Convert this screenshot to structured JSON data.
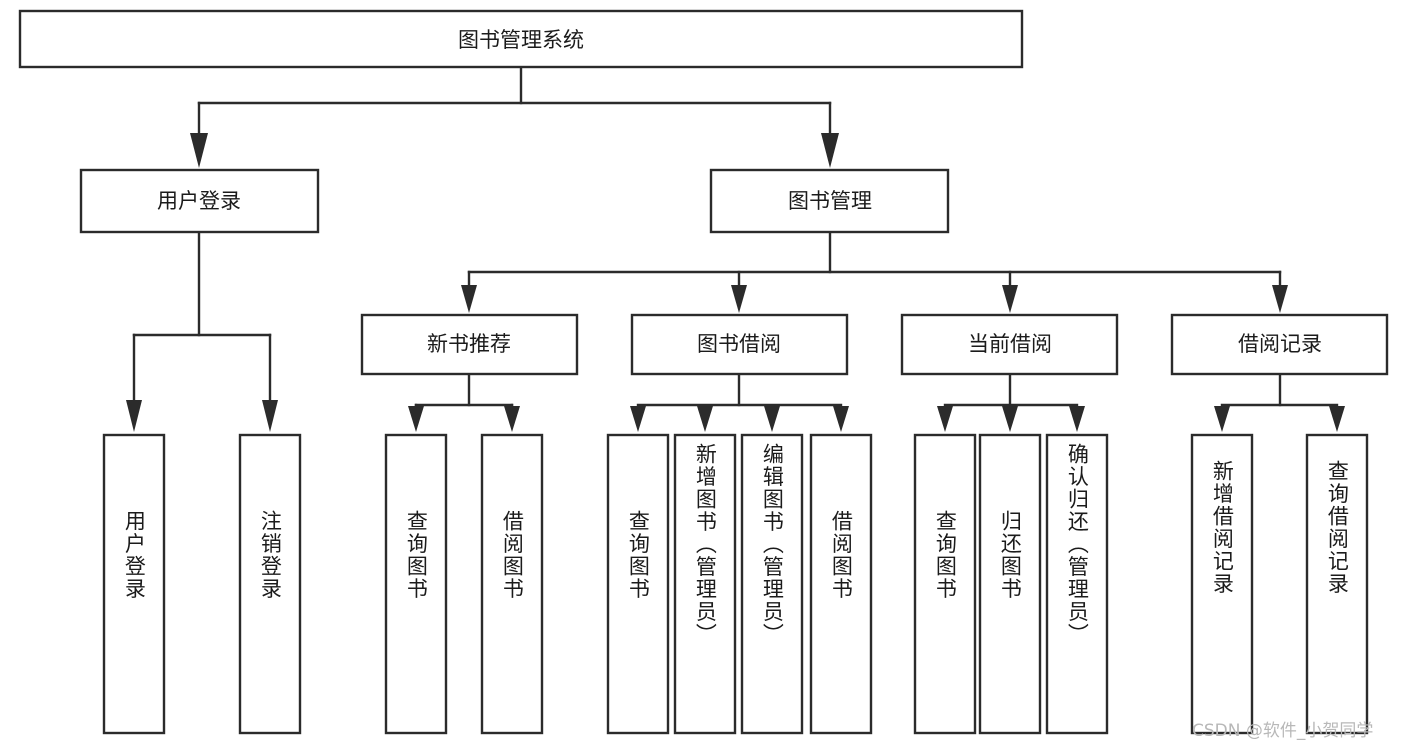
{
  "diagram": {
    "type": "tree-hierarchy",
    "title": "图书管理系统",
    "orientation": "top-down",
    "colors": {
      "stroke": "#2b2b2b",
      "box_fill": "#ffffff",
      "text": "#1b1b1b",
      "background": "#ffffff",
      "watermark": "#b8b8b8"
    },
    "levels": {
      "root": {
        "label": "图书管理系统"
      },
      "level2": [
        {
          "label": "用户登录"
        },
        {
          "label": "图书管理"
        }
      ],
      "level3": [
        {
          "label": "新书推荐"
        },
        {
          "label": "图书借阅"
        },
        {
          "label": "当前借阅"
        },
        {
          "label": "借阅记录"
        }
      ]
    },
    "leaves": {
      "user_login": [
        {
          "label": "用户登录"
        },
        {
          "label": "注销登录"
        }
      ],
      "new_book_recommend": [
        {
          "label": "查询图书"
        },
        {
          "label": "借阅图书"
        }
      ],
      "book_borrow": [
        {
          "label": "查询图书"
        },
        {
          "label": "新增图书（管理员）"
        },
        {
          "label": "编辑图书（管理员）"
        },
        {
          "label": "借阅图书"
        }
      ],
      "current_borrow": [
        {
          "label": "查询图书"
        },
        {
          "label": "归还图书"
        },
        {
          "label": "确认归还（管理员）"
        }
      ],
      "borrow_record": [
        {
          "label": "新增借阅记录"
        },
        {
          "label": "查询借阅记录"
        }
      ]
    }
  },
  "watermark": {
    "text": "CSDN @软件_小贺同学"
  }
}
